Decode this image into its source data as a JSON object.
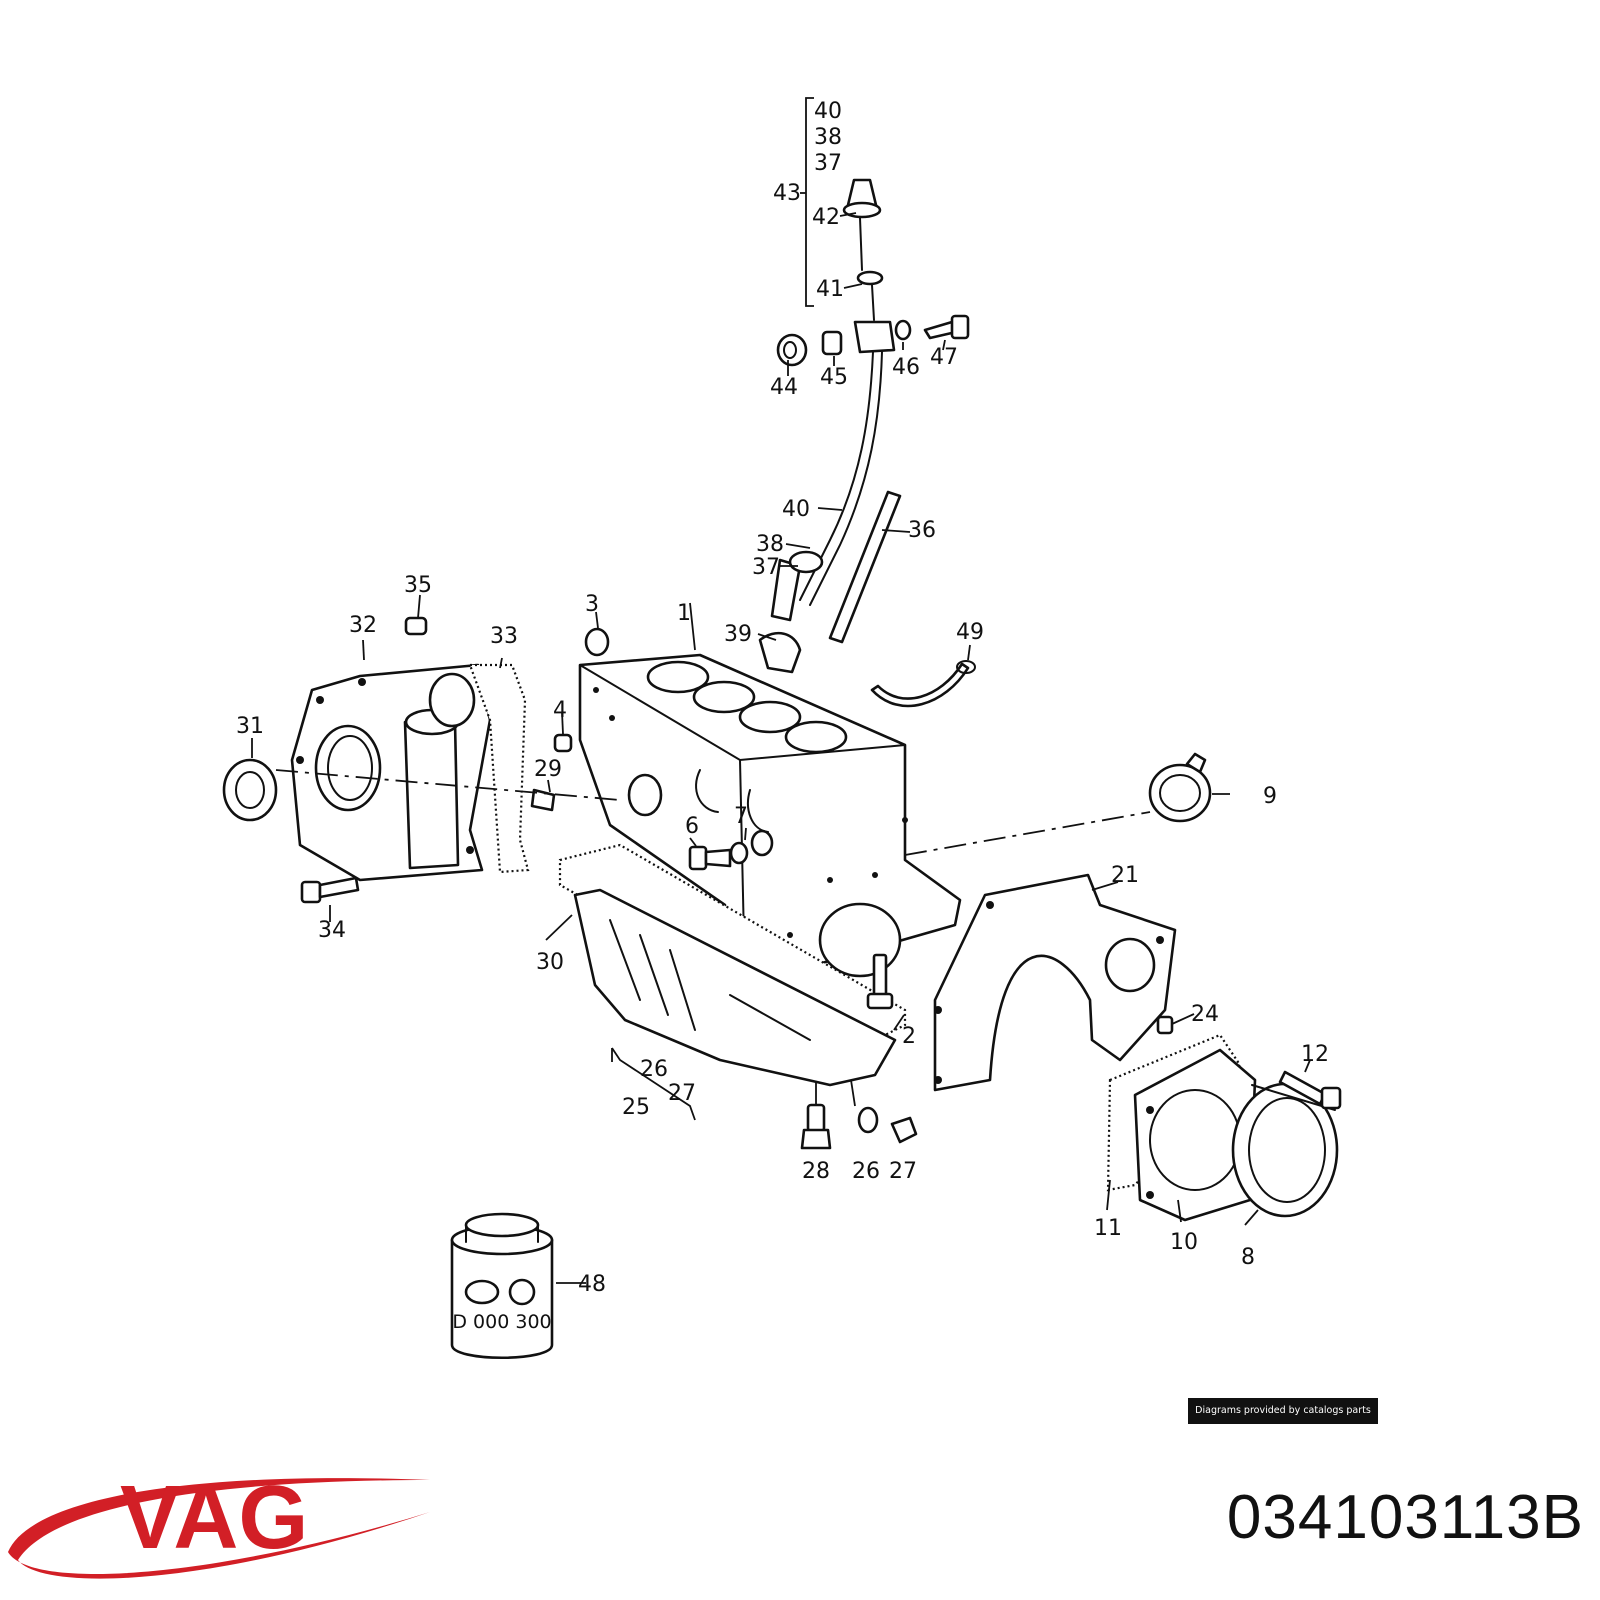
{
  "callouts": {
    "c1": "1",
    "c2": "2",
    "c3": "3",
    "c4": "4",
    "c6": "6",
    "c7": "7",
    "c8": "8",
    "c9": "9",
    "c10": "10",
    "c11": "11",
    "c12": "12",
    "c21": "21",
    "c24": "24",
    "c25": "25",
    "c26a": "26",
    "c27a": "27",
    "c26b": "26",
    "c27b": "27",
    "c28": "28",
    "c29": "29",
    "c30": "30",
    "c31": "31",
    "c32": "32",
    "c33": "33",
    "c34": "34",
    "c35": "35",
    "c36": "36",
    "c37a": "37",
    "c38a": "38",
    "c37b": "37",
    "c38b": "38",
    "c39": "39",
    "c40a": "40",
    "c40b": "40",
    "c41": "41",
    "c42": "42",
    "c43": "43",
    "c44": "44",
    "c45": "45",
    "c46": "46",
    "c47": "47",
    "c48": "48",
    "c49": "49"
  },
  "can_label": "D 000 300",
  "credit": "Diagrams provided by catalogs parts",
  "brand": {
    "name": "VAG",
    "color": "#d21f26"
  },
  "part_number": "034103113B"
}
